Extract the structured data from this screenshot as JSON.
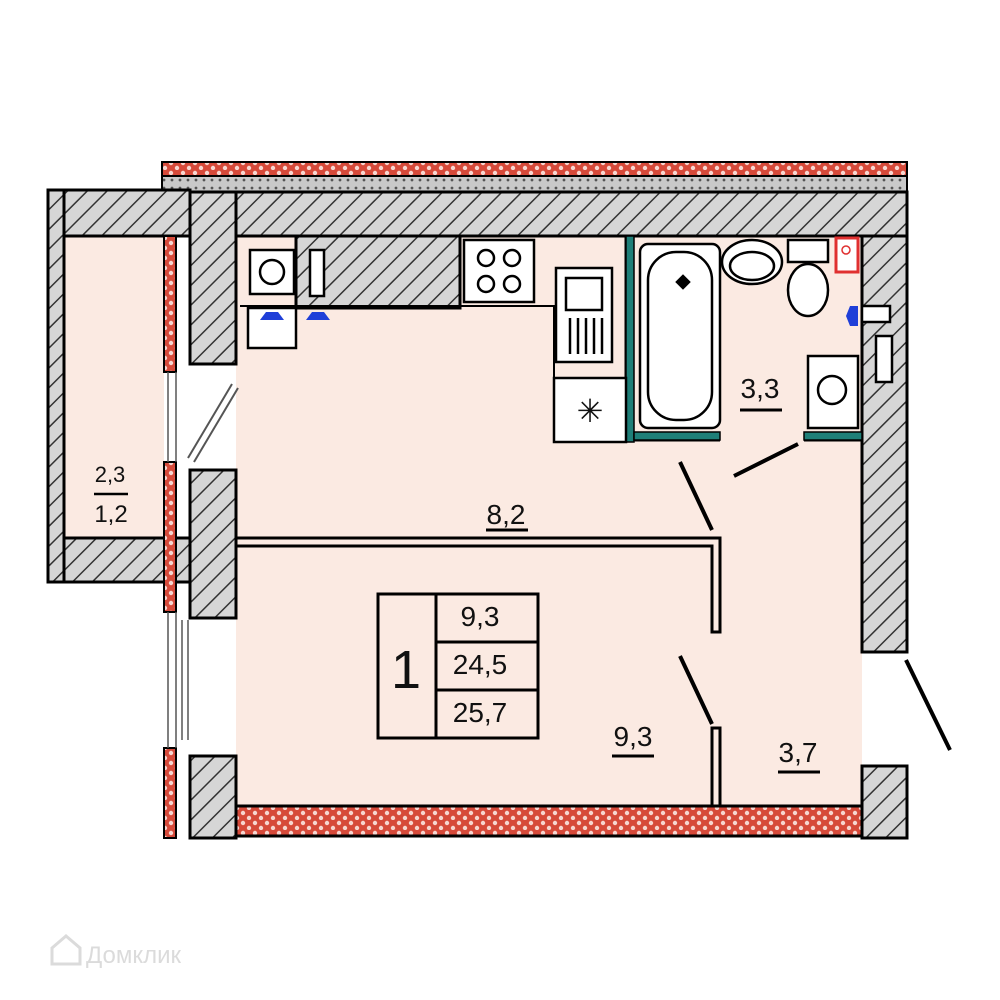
{
  "rooms": {
    "kitchen_area": "8,2",
    "living_area": "9,3",
    "bathroom_area": "3,3",
    "hall_area": "3,7",
    "balcony_area": "2,3",
    "balcony_coef_area": "1,2"
  },
  "summary": {
    "room_count": "1",
    "living_total": "9,3",
    "total_no_balcony": "24,5",
    "total_with_balcony": "25,7"
  },
  "watermark": "Домклик",
  "colors": {
    "floor": "#fbeae2",
    "wall_fill": "#d6d6d6",
    "wall_stroke": "#000000",
    "bath_tile": "#1f7f78",
    "heater_red": "#e03030",
    "water_point": "#1f3fd8",
    "brick_pattern": "#d64a3a"
  }
}
